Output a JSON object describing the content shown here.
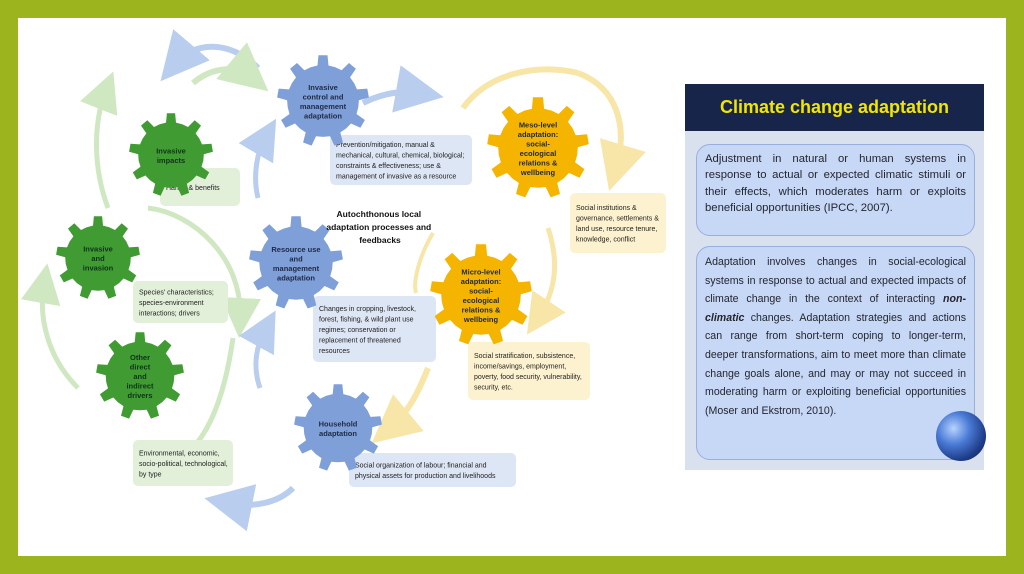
{
  "diagram": {
    "gears": [
      {
        "id": "invasive-impacts",
        "lines": [
          "Invasive",
          "impacts"
        ],
        "color": "#3f9b32"
      },
      {
        "id": "invasive-and-invasion",
        "lines": [
          "Invasive",
          "and",
          "invasion"
        ],
        "color": "#3f9b32"
      },
      {
        "id": "other-drivers",
        "lines": [
          "Other",
          "direct",
          "and",
          "indirect",
          "drivers"
        ],
        "color": "#3f9b32"
      },
      {
        "id": "invasive-control",
        "lines": [
          "Invasive",
          "control and",
          "management",
          "adaptation"
        ],
        "color": "#7f9fd9"
      },
      {
        "id": "resource-use",
        "lines": [
          "Resource use",
          "and",
          "management",
          "adaptation"
        ],
        "color": "#7f9fd9"
      },
      {
        "id": "household",
        "lines": [
          "Household",
          "adaptation"
        ],
        "color": "#7f9fd9"
      },
      {
        "id": "meso-level",
        "lines": [
          "Meso-level",
          "adaptation:",
          "social-",
          "ecological",
          "relations &",
          "wellbeing"
        ],
        "color": "#f4b400"
      },
      {
        "id": "micro-level",
        "lines": [
          "Micro-level",
          "adaptation:",
          "social-",
          "ecological",
          "relations &",
          "wellbeing"
        ],
        "color": "#f4b400"
      }
    ],
    "boxes": [
      {
        "id": "harms-benefits",
        "lines": [
          "Harms & benefits"
        ]
      },
      {
        "id": "species-characteristics",
        "lines": [
          "Species' characteristics;",
          "species-environment",
          "interactions; drivers"
        ]
      },
      {
        "id": "environmental-drivers",
        "lines": [
          "Environmental, economic,",
          "socio-political, technological,",
          "by type"
        ]
      },
      {
        "id": "prevention-mitigation",
        "lines": [
          "Prevention/mitigation, manual &",
          "mechanical, cultural, chemical, biological;",
          "constraints & effectiveness; use &",
          "management of invasive as a resource"
        ]
      },
      {
        "id": "changes-cropping",
        "lines": [
          "Changes in cropping, livestock,",
          "forest, fishing, & wild plant use",
          "regimes; conservation or",
          "replacement of threatened",
          "resources"
        ]
      },
      {
        "id": "social-organization",
        "lines": [
          "Social organization of labour; financial and",
          "physical assets for production and livelihoods"
        ]
      },
      {
        "id": "social-institutions",
        "lines": [
          "Social institutions &",
          "governance, settlements &",
          "land use, resource tenure,",
          "knowledge, conflict"
        ]
      },
      {
        "id": "social-stratification",
        "lines": [
          "Social stratification, subsistence,",
          "income/savings, employment,",
          "poverty, food security, vulnerability,",
          "security, etc."
        ]
      }
    ],
    "center_label": [
      "Autochthonous local",
      "adaptation processes and",
      "feedbacks"
    ]
  },
  "panel": {
    "title": "Climate change adaptation",
    "definition_1": "Adjustment in natural or human systems in response to actual or expected climatic stimuli or their effects, which moderates harm or exploits beneficial opportunities (IPCC, 2007).",
    "definition_2_parts": [
      "Adaptation involves changes in social-ecological systems in response to actual and expected impacts of climate change in the context of interacting ",
      "non-climatic",
      " changes. Adaptation strategies and actions can range from short-term coping to longer-term, deeper transformations, aim to meet more than climate change goals alone, and may or may not succeed in moderating harm or exploiting beneficial opportunities (Moser and Ekstrom, 2010)."
    ]
  },
  "colors": {
    "frame": "#9cb41e",
    "green_gear": "#3f9b32",
    "blue_gear": "#7f9fd9",
    "yellow_gear": "#f4b400",
    "panel_title_bg": "#17254a",
    "panel_title_text": "#f2e600"
  }
}
